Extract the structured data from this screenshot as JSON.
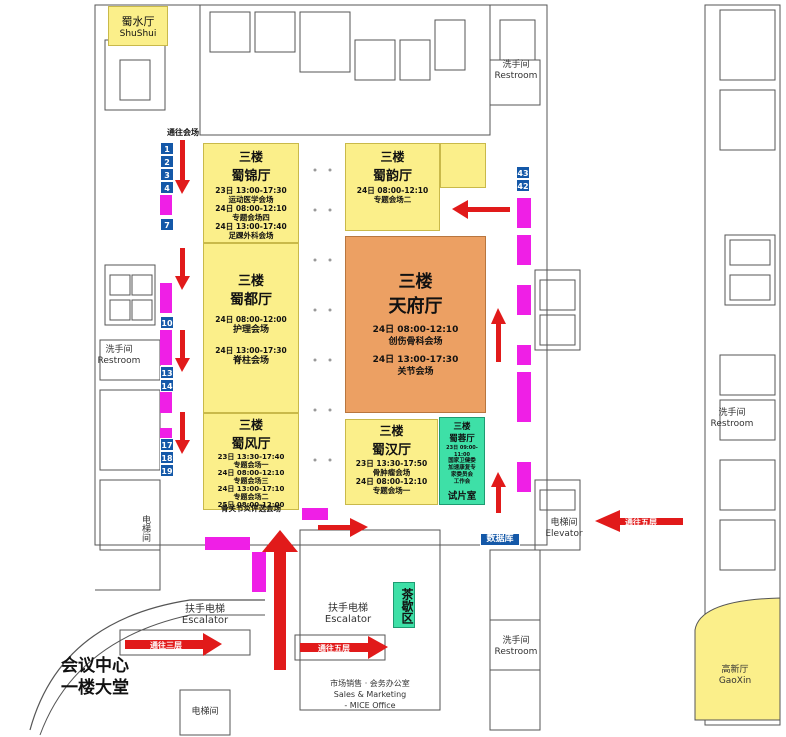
{
  "colors": {
    "yellow": "#fbef8a",
    "orange": "#eca063",
    "green": "#3ee0a7",
    "magenta": "#ef1fe6",
    "arrow": "#e11a1a",
    "blue": "#1458a8"
  },
  "rooms": {
    "shushui": {
      "name": "蜀水厅",
      "en": "ShuShui"
    },
    "shujin": {
      "floor": "三楼",
      "name": "蜀锦厅",
      "lines": [
        "23日 13:00-17:30",
        "运动医学会场",
        "24日 08:00-12:10",
        "专题会场四",
        "24日 13:00-17:40",
        "足踝外科会场"
      ]
    },
    "shuyun": {
      "floor": "三楼",
      "name": "蜀韵厅",
      "lines": [
        "24日 08:00-12:10",
        "专题会场二"
      ]
    },
    "shudu": {
      "floor": "三楼",
      "name": "蜀都厅",
      "lines": [
        "24日 08:00-12:00",
        "护理会场",
        "24日 13:00-17:30",
        "脊柱会场"
      ]
    },
    "tianfu": {
      "floor": "三楼",
      "name": "天府厅",
      "lines": [
        "24日 08:00-12:10",
        "创伤骨科会场",
        "24日 13:00-17:30",
        "关节会场"
      ]
    },
    "shufeng": {
      "floor": "三楼",
      "name": "蜀风厅",
      "lines": [
        "23日 13:30-17:40",
        "专题会场一",
        "24日 08:00-12:10",
        "专题会场三",
        "24日 13:00-17:10",
        "专题会场二",
        "25日 08:00-12:00"
      ],
      "footer": "骨关节炎评选会场"
    },
    "shuhan": {
      "floor": "三楼",
      "name": "蜀汉厅",
      "lines": [
        "23日 13:30-17:50",
        "骨肿瘤会场",
        "24日 08:00-12:10",
        "专题会场一"
      ]
    },
    "shurong": {
      "floor": "三楼",
      "name": "蜀蓉厅",
      "lines": [
        "23日 09:00-11:00",
        "国家卫健委",
        "加速康复专",
        "家委员会",
        "工作会"
      ],
      "footer": "试片室"
    },
    "gaoxin": {
      "name": "高新厅",
      "en": "GaoXin"
    },
    "tea": {
      "name": "茶歇区"
    }
  },
  "labels": {
    "to_venue": "通往会场",
    "to_3f": "通往三层",
    "to_5f": "通往五层",
    "restroom_cn": "洗手间",
    "restroom_en": "Restroom",
    "elevator_cn": "电梯间",
    "elevator_en": "Elevator",
    "escalator_cn": "扶手电梯",
    "escalator_en": "Escalator",
    "database": "数据库",
    "lobby_line1": "会议中心",
    "lobby_line2": "一楼大堂",
    "sales_line1": "市场销售 · 会务办公室",
    "sales_line2": "Sales & Marketing",
    "sales_line3": "- MICE Office"
  },
  "booths": [
    "1",
    "2",
    "3",
    "4",
    "7",
    "10",
    "13",
    "14",
    "17",
    "18",
    "19",
    "42",
    "43"
  ]
}
